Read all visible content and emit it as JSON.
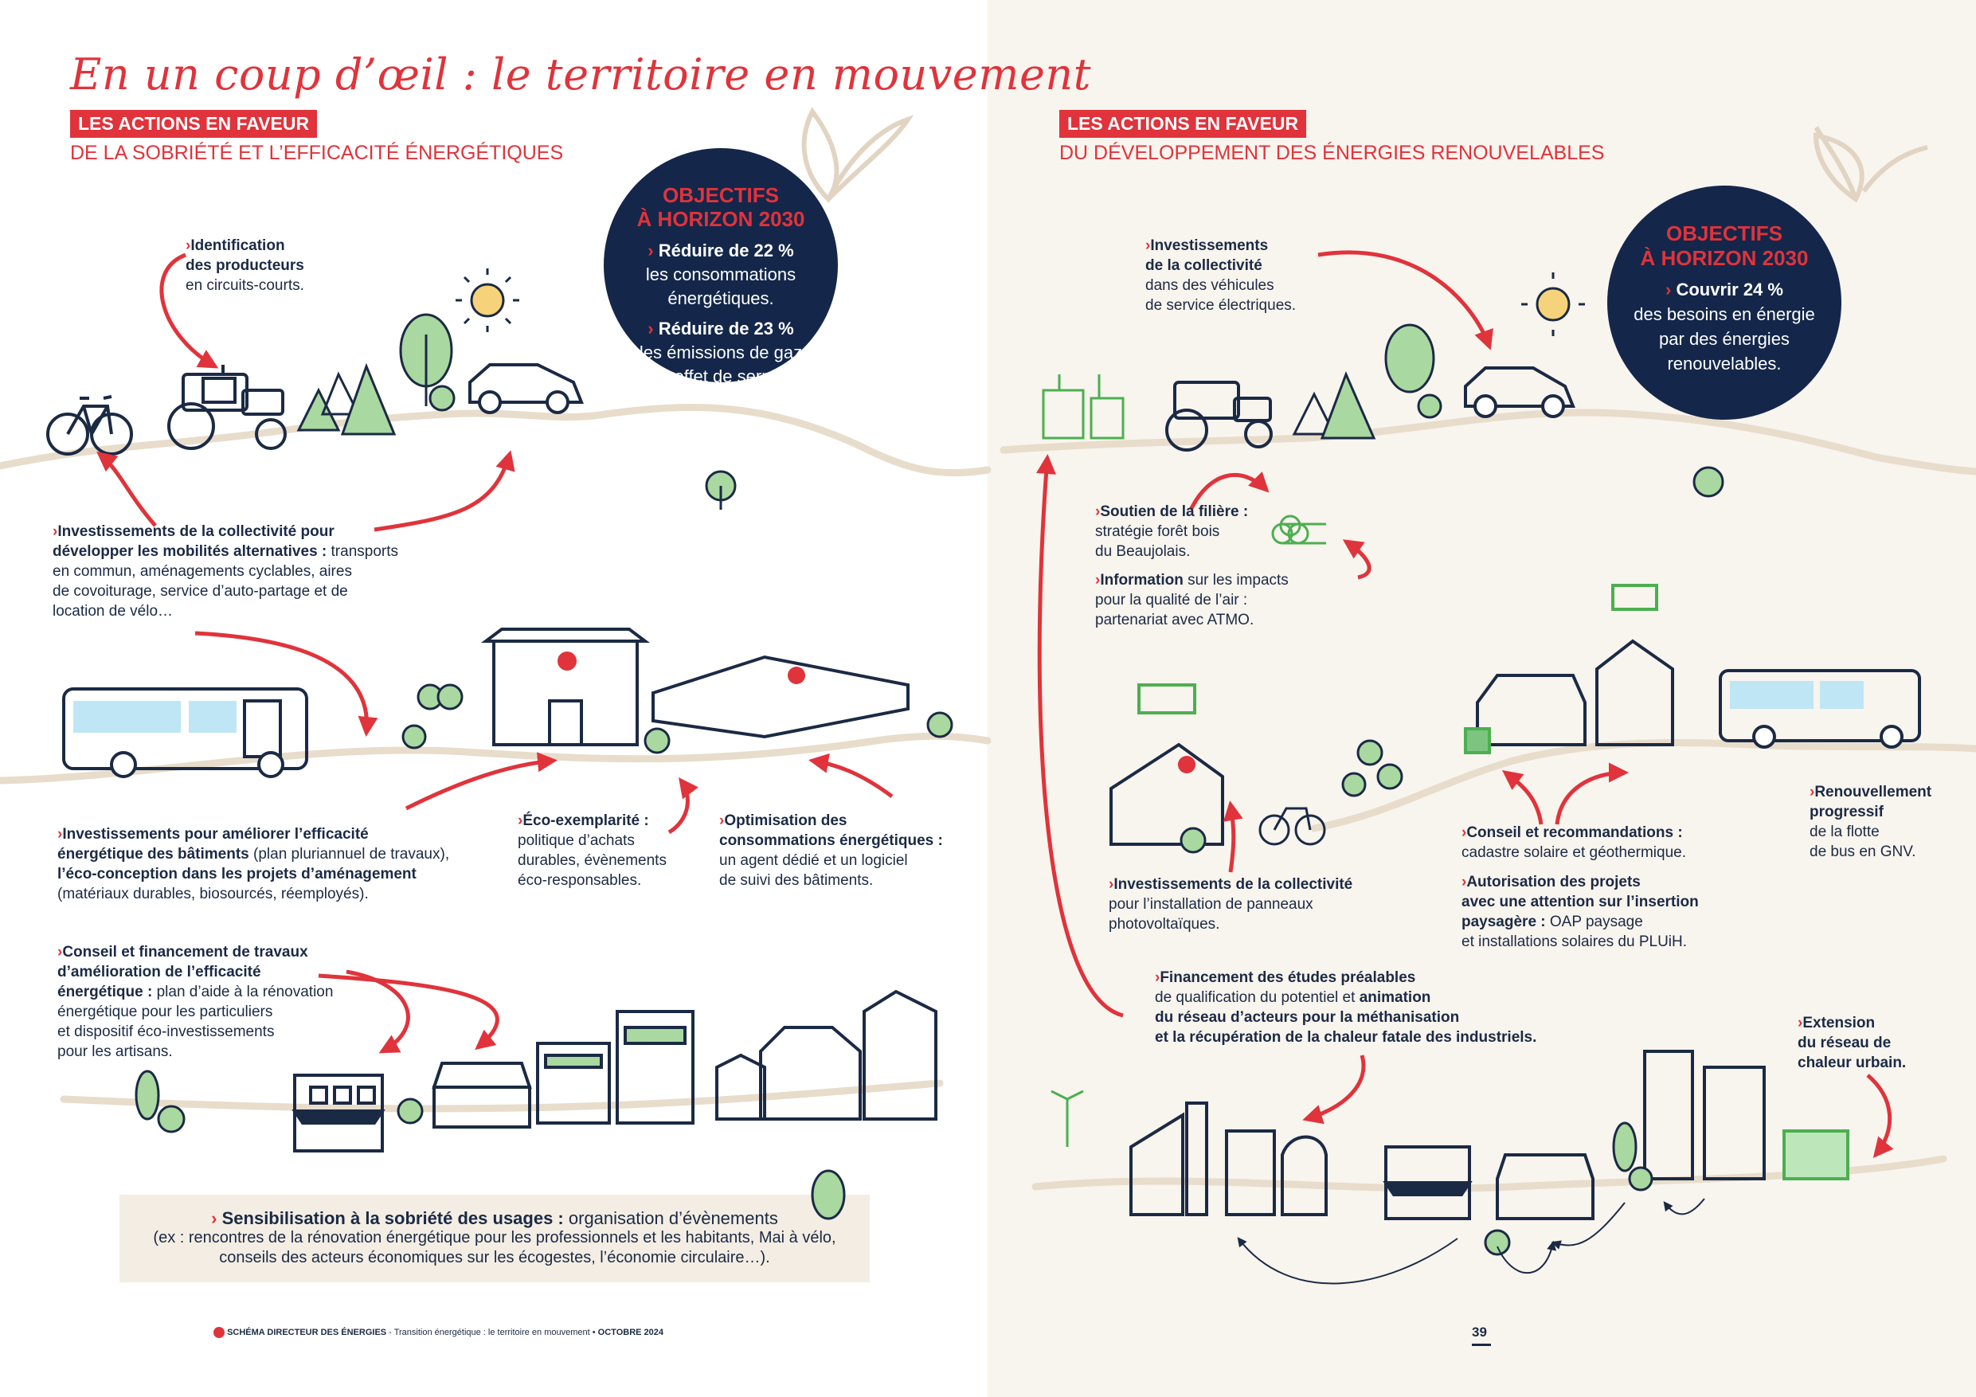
{
  "left": {
    "title": "En un coup d’œil : le territoire en mouvement",
    "tag": "LES ACTIONS EN FAVEUR",
    "subtitle": "DE LA SOBRIÉTÉ ET L’EFFICACITÉ ÉNERGÉTIQUES",
    "objectives": {
      "heading1": "OBJECTIFS",
      "heading2": "À HORIZON 2030",
      "o1_bold": "Réduire de 22 %",
      "o1_l1": "les consommations",
      "o1_l2": "énergétiques.",
      "o2_bold": "Réduire de 23 %",
      "o2_l1": "les émissions de gaz",
      "o2_l2": "à effet de serre."
    },
    "producers": {
      "b1": "Identification",
      "b2": "des producteurs",
      "t1": "en circuits-courts."
    },
    "mobility": {
      "b1": "Investissements de la collectivité pour",
      "b2": "développer les mobilités alternatives :",
      "t1": " transports",
      "t2": "en commun, aménagements cyclables, aires",
      "t3": "de covoiturage, service d’auto-partage et de",
      "t4": "location de vélo…"
    },
    "buildings": {
      "b1": "Investissements pour améliorer l’efficacité",
      "b2": "énergétique des bâtiments",
      "t2": " (plan pluriannuel de travaux),",
      "b3": "l’éco-conception dans les projets d’aménagement",
      "t4": "(matériaux durables, biosourcés, réemployés)."
    },
    "eco": {
      "b1": "Éco-exemplarité :",
      "t1": "politique d’achats",
      "t2": "durables, évènements",
      "t3": "éco-responsables."
    },
    "optim": {
      "b1": "Optimisation des",
      "b2": "consommations énergétiques :",
      "t1": "un agent dédié et un logiciel",
      "t2": "de suivi des bâtiments."
    },
    "renov": {
      "b1": "Conseil et financement de travaux",
      "b2": "d’amélioration de l’efficacité",
      "b3": "énergétique :",
      "t3": " plan d’aide à la rénovation",
      "t4": "énergétique pour les particuliers",
      "t5": "et dispositif éco-investissements",
      "t6": "pour les artisans."
    },
    "awareness": {
      "b1": "Sensibilisation à la sobriété des usages :",
      "t1": " organisation d’évènements",
      "t2": "(ex : rencontres de la rénovation énergétique pour les professionnels et les habitants, Mai à vélo,",
      "t3": "conseils des acteurs économiques sur les écogestes, l’économie circulaire…)."
    },
    "footer": {
      "b1": "SCHÉMA DIRECTEUR DES ÉNERGIES",
      "t1": " - Transition énergétique : le territoire en mouvement  •  ",
      "b2": "OCTOBRE 2024"
    }
  },
  "right": {
    "tag": "LES ACTIONS EN FAVEUR",
    "subtitle": "DU DÉVELOPPEMENT DES ÉNERGIES RENOUVELABLES",
    "objectives": {
      "heading1": "OBJECTIFS",
      "heading2": "À HORIZON 2030",
      "o1_bold": "Couvrir 24 %",
      "o1_l1": "des besoins en énergie",
      "o1_l2": "par des énergies",
      "o1_l3": "renouvelables."
    },
    "vehicles": {
      "b1": "Investissements",
      "b2": "de la collectivité",
      "t1": "dans des véhicules",
      "t2": "de service électriques."
    },
    "wood": {
      "b1": "Soutien de la filière :",
      "t1": "stratégie forêt bois",
      "t2": "du Beaujolais."
    },
    "info": {
      "b1": "Information",
      "t1": " sur les impacts",
      "t2": "pour la qualité de l’air :",
      "t3": "partenariat avec ATMO."
    },
    "pv": {
      "b1": "Investissements de la collectivité",
      "t1": "pour l’installation de panneaux",
      "t2": "photovoltaïques."
    },
    "advice": {
      "b1": "Conseil et recommandations :",
      "t1": "cadastre solaire et géothermique."
    },
    "auth": {
      "b1": "Autorisation des projets",
      "b2": "avec une attention sur l’insertion",
      "b3": "paysagère :",
      "t3": " OAP paysage",
      "t4": "et installations solaires du PLUiH."
    },
    "bus": {
      "b1": "Renouvellement",
      "b2": "progressif",
      "t1": "de la flotte",
      "t2": "de bus en GNV."
    },
    "studies": {
      "b1": "Financement des études préalables",
      "t1": "de qualification du potentiel et ",
      "b2": "animation",
      "b3": "du réseau d’acteurs pour la méthanisation",
      "b4": "et la récupération de la chaleur fatale des industriels."
    },
    "heat": {
      "b1": "Extension",
      "b2": "du réseau de",
      "b3": "chaleur urbain."
    },
    "page_number": "39"
  },
  "colors": {
    "red": "#e0333b",
    "navy": "#14274a",
    "green": "#7cc47f",
    "path": "#e8dccb"
  }
}
